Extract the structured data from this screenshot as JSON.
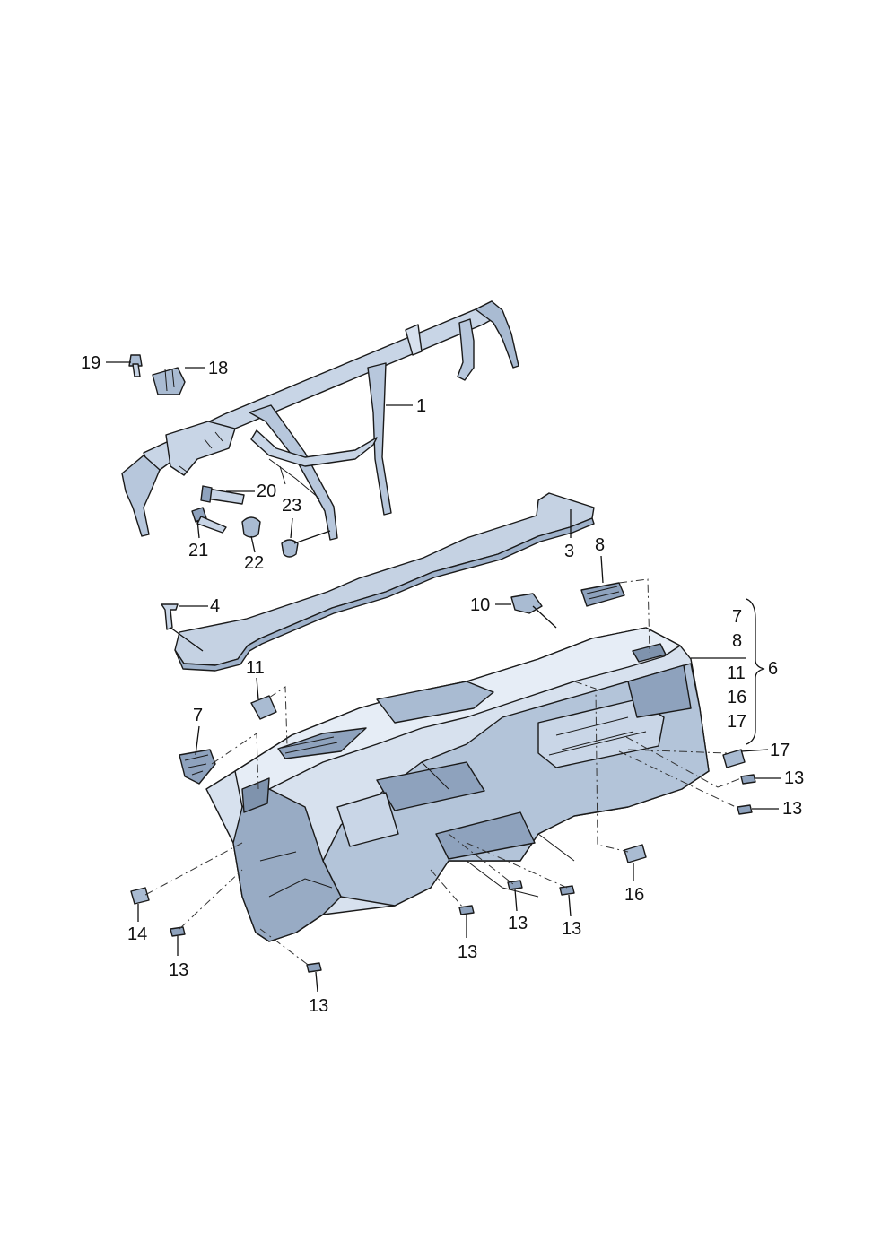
{
  "colors": {
    "part_fill": "#d7e1ee",
    "part_shade": "#a9bbd2",
    "part_dark": "#7f93ad",
    "line": "#111111"
  },
  "labels": {
    "l1": "1",
    "l3": "3",
    "l4": "4",
    "l6": "6",
    "l7a": "7",
    "l7b": "7",
    "l8a": "8",
    "l8b": "8",
    "l10": "10",
    "l11a": "11",
    "l11b": "11",
    "l13a": "13",
    "l13b": "13",
    "l13c": "13",
    "l13d": "13",
    "l13e": "13",
    "l13f": "13",
    "l13g": "13",
    "l14": "14",
    "l16a": "16",
    "l16b": "16",
    "l17a": "17",
    "l17b": "17",
    "l18": "18",
    "l19": "19",
    "l20": "20",
    "l21": "21",
    "l22": "22",
    "l23": "23"
  }
}
